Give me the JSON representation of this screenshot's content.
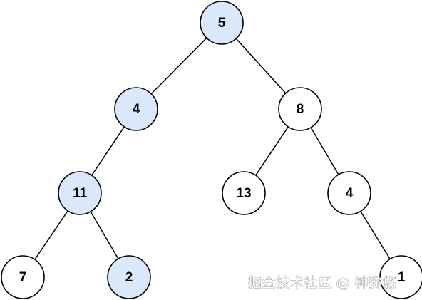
{
  "tree": {
    "colors": {
      "highlight_fill": "#dae8fc",
      "normal_fill": "#ffffff",
      "stroke": "#000000"
    },
    "nodes": [
      {
        "id": "root",
        "label": "5",
        "highlighted": true
      },
      {
        "id": "l",
        "label": "4",
        "highlighted": true
      },
      {
        "id": "r",
        "label": "8",
        "highlighted": false
      },
      {
        "id": "ll",
        "label": "11",
        "highlighted": true
      },
      {
        "id": "rl",
        "label": "13",
        "highlighted": false
      },
      {
        "id": "rr",
        "label": "4",
        "highlighted": false
      },
      {
        "id": "lll",
        "label": "7",
        "highlighted": false
      },
      {
        "id": "llr",
        "label": "2",
        "highlighted": true
      },
      {
        "id": "rrr",
        "label": "1",
        "highlighted": false
      }
    ],
    "edges": [
      [
        "root",
        "l"
      ],
      [
        "root",
        "r"
      ],
      [
        "l",
        "ll"
      ],
      [
        "r",
        "rl"
      ],
      [
        "r",
        "rr"
      ],
      [
        "ll",
        "lll"
      ],
      [
        "ll",
        "llr"
      ],
      [
        "rr",
        "rrr"
      ]
    ]
  },
  "watermark": {
    "text": "掘金技术社区 @ 神弥悠"
  }
}
